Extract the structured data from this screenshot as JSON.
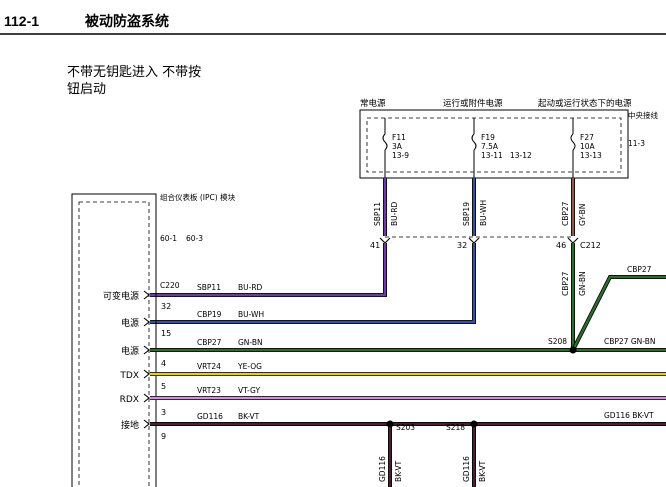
{
  "header": {
    "section": "112-1",
    "title": "被动防盗系统"
  },
  "subtitle": {
    "line1": "不带无钥匙进入 不带按",
    "line2": "钮启动"
  },
  "power_labels": {
    "constant": "常电源",
    "run_acc": "运行或附件电源",
    "start_run": "起动或运行状态下的电源",
    "junction_box": "中央接线"
  },
  "fuses": [
    {
      "id": "F11",
      "rating": "3A",
      "pins": "13-9"
    },
    {
      "id": "F19",
      "rating": "7.5A",
      "pins": "13-11"
    },
    {
      "id": "F27",
      "rating": "10A",
      "pins": "13-13"
    }
  ],
  "fuse_extra_pins": {
    "mid": "13-12",
    "right": "11-3"
  },
  "module": {
    "title": "组合仪表板 (IPC) 模块",
    "pins_left": "60-1",
    "pins_right": "60-3"
  },
  "vertical_wires": [
    {
      "circuit": "SBP11",
      "color": "BU-RD",
      "pin": "41"
    },
    {
      "circuit": "SBP19",
      "color": "BU-WH",
      "pin": "32"
    },
    {
      "circuit": "CBP27",
      "color": "GY-BN",
      "pin": "46"
    }
  ],
  "connectors": {
    "c212": "C212",
    "c220": "C220"
  },
  "cbp27_lower": {
    "circuit": "CBP27",
    "color": "GN-BN"
  },
  "cbp27_upper": "CBP27",
  "splices": {
    "s208": "S208",
    "s203": "S203",
    "s218": "S218"
  },
  "ports": [
    {
      "name": "可变电源",
      "pin": "32",
      "circuit": "SBP11",
      "color": "BU-RD",
      "hex": "#6b3fa0"
    },
    {
      "name": "电源",
      "pin": "15",
      "circuit": "CBP19",
      "color": "BU-WH",
      "hex": "#3b4f9a"
    },
    {
      "name": "电源",
      "pin": "",
      "circuit": "CBP27",
      "color": "GN-BN",
      "hex": "#2f6b2f"
    },
    {
      "name": "TDX",
      "pin": "4",
      "circuit": "VRT24",
      "color": "YE-OG",
      "hex": "#e0cf1e"
    },
    {
      "name": "RDX",
      "pin": "5",
      "circuit": "VRT23",
      "color": "VT-GY",
      "hex": "#d58fe0"
    },
    {
      "name": "接地",
      "pin": "3",
      "circuit": "GD116",
      "color": "BK-VT",
      "hex": "#4a1f33"
    }
  ],
  "pin_9": "9",
  "right_labels": {
    "gn_bn_right": "CBP27 GN-BN",
    "gd116_right": "GD116 BK-VT"
  },
  "ground_drops": [
    {
      "circuit": "GD116",
      "color": "BK-VT"
    },
    {
      "circuit": "GD116",
      "color": "BK-VT"
    }
  ]
}
